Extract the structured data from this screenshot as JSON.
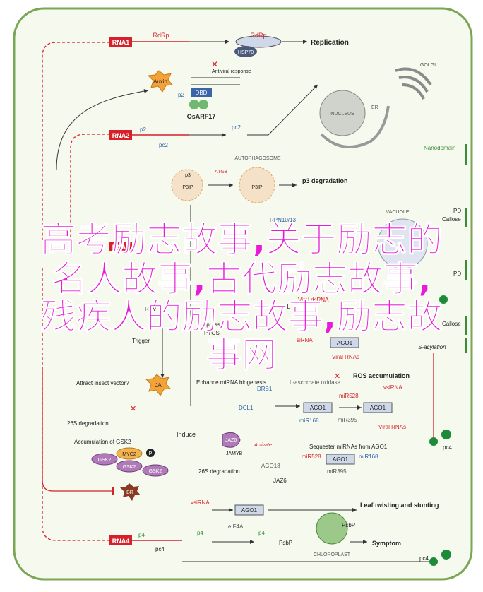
{
  "nodes": {
    "rna1": "RNA1",
    "rdrp": "RdRp",
    "rdrp2": "RdRp",
    "hsp70": "HSP70",
    "replication": "Replication",
    "auxin": "Auxin",
    "antiviral": "Antiviral response",
    "p2": "p2",
    "dbd": "DBD",
    "osarf17": "OsARF17",
    "golgi": "GOLGI",
    "nucleus": "NUCLEUS",
    "er": "ER",
    "rna2": "RNA2",
    "p2b": "p2",
    "pc2": "pc2",
    "pc2b": "pc2",
    "nanodomain": "Nanodomain",
    "autophagosome": "AUTOPHAGOSOME",
    "atg8": "ATG8",
    "p3": "p3",
    "p3ip": "P3IP",
    "p3ip2": "P3IP",
    "p3deg": "p3 degradation",
    "vacuole": "VACUOLE",
    "pd1": "PD",
    "callose1": "Callose",
    "rpn": "RPN10/13",
    "rna3": "RNA3",
    "pd2": "PD",
    "trigger": "Trigger",
    "rsv": "RSV",
    "viral_dsrna": "Viral dsRNA",
    "dcl": "DCL",
    "suppress": "Suppress",
    "ptgs": "PTGS",
    "sirna": "siRNA",
    "ago1": "AGO1",
    "viral_rnas": "Viral RNAs",
    "callose2": "Callose",
    "sacyl": "S-acylation",
    "attract": "Attract insect vector?",
    "ja": "JA",
    "enhance": "Enhance miRNA biogenesis",
    "drb1": "DRB1",
    "dcl1": "DCL1",
    "lasc": "L-ascorbate oxidase",
    "ros": "ROS accumulation",
    "mir528": "miR528",
    "vsirna": "vsiRNA",
    "ago1b": "AGO1",
    "ago1c": "AGO1",
    "mir168": "miR168",
    "mir395": "miR395",
    "viral_rnas2": "Viral RNAs",
    "degr26s": "26S degradation",
    "induce": "Induce",
    "jaz6": "JAZ6",
    "jamyb": "JAMYB",
    "activate": "Activate",
    "ago18": "AGO18",
    "seq": "Sequester miRNAs from AGO1",
    "mir528b": "miR528",
    "ago1d": "AGO1",
    "mir168b": "miR168",
    "mir395b": "miR395",
    "degr26s2": "26S degradation",
    "jaz6b": "JAZ6",
    "accum": "Accumulation of GSK2",
    "myc2": "MYC2",
    "p": "P",
    "gsk2a": "GSK2",
    "gsk2b": "GSK2",
    "gsk2c": "GSK2",
    "br": "BR",
    "pc4a": "pc4",
    "vsirna2": "vsiRNA",
    "ago1e": "AGO1",
    "elf4a": "eIF4A",
    "leaf": "Leaf twisting and stunting",
    "p4": "p4",
    "p4b": "p4",
    "p4c": "p4",
    "psbp": "PsbP",
    "psbp2": "PsbP",
    "symptom": "Symptom",
    "chloroplast": "CHLOROPLAST",
    "rna4": "RNA4",
    "pc4b": "pc4",
    "pc4c": "pc4"
  },
  "overlay": {
    "line1": "高考励志故事,关于励志的",
    "line2": "名人故事,古代励志故事,",
    "line3": "残疾人的励志故事,励志故",
    "line4": "事网"
  },
  "colors": {
    "rna": "#d6202a",
    "frame": "#7aa655",
    "bg": "#f6f9ee",
    "overlay": "#e81bd6",
    "blue": "#2d5fa8",
    "green": "#3a8c3a",
    "auxin": "#f3a23a"
  }
}
